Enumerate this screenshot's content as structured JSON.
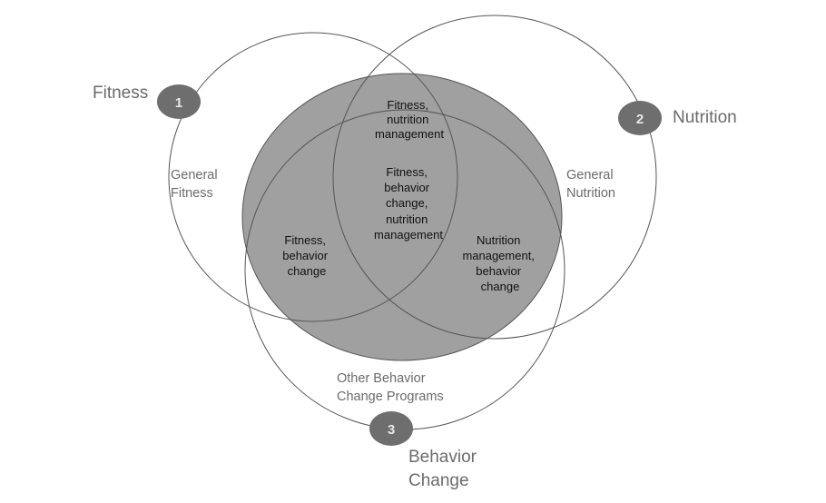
{
  "colors": {
    "outline": "#555555",
    "shaded_region": "#a0a0a0",
    "badge": "#6e6e6e",
    "outer_text": "#6b6b6b",
    "inner_text": "#111111"
  },
  "sets": [
    {
      "key": "fitness",
      "label": "Fitness",
      "number": "1"
    },
    {
      "key": "nutrition",
      "label": "Nutrition",
      "number": "2"
    },
    {
      "key": "behavior",
      "label_lines": [
        "Behavior",
        "Change"
      ],
      "number": "3"
    }
  ],
  "regions": {
    "fitness_only": [
      "General",
      "Fitness"
    ],
    "nutrition_only": [
      "General",
      "Nutrition"
    ],
    "behavior_only": [
      "Other Behavior",
      "Change Programs"
    ],
    "fitness_nutrition": [
      "Fitness,",
      "nutrition",
      "management"
    ],
    "fitness_behavior": [
      "Fitness,",
      "behavior",
      "change"
    ],
    "nutrition_behavior": [
      "Nutrition",
      "management,",
      "behavior",
      "change"
    ],
    "all_three": [
      "Fitness,",
      "behavior",
      "change,",
      "nutrition",
      "management"
    ]
  }
}
